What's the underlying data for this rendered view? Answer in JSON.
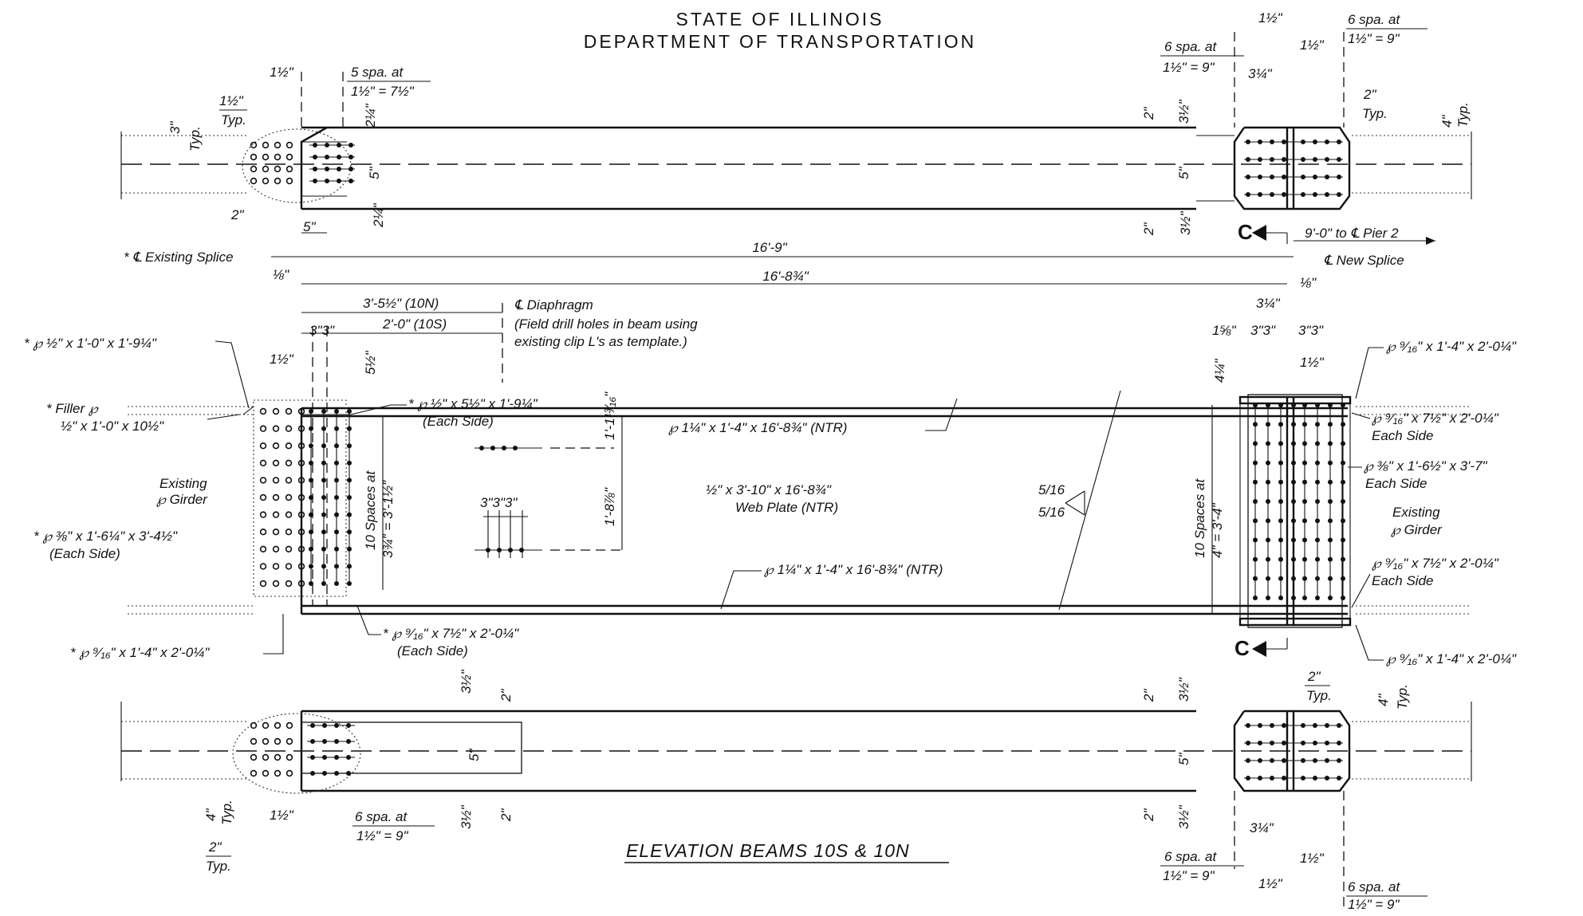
{
  "header": {
    "line1": "STATE OF ILLINOIS",
    "line2": "DEPARTMENT OF TRANSPORTATION"
  },
  "title": "ELEVATION BEAMS 10S & 10N",
  "labels": {
    "existing_splice": "* ℄ Existing Splice",
    "new_splice": "℄ New Splice",
    "to_pier": "9'-0\" to ℄ Pier 2",
    "len_total": "16'-9\"",
    "len_plate": "16'-8¾\"",
    "ten_n": "3'-5½\" (10N)",
    "ten_s": "2'-0\" (10S)",
    "diaphragm": "℄ Diaphragm",
    "diaphragm_note1": "(Field drill holes in beam using",
    "diaphragm_note2": "existing clip L's as template.)",
    "pl_top_left": "* ℘ ½\" x 1'-0\" x 1'-9¼\"",
    "filler1": "* Filler ℘",
    "filler2": "½\" x 1'-0\" x 10½\"",
    "existing_girder_l1": "Existing",
    "existing_girder_l2": "℘ Girder",
    "pl_web_left1": "* ℘ ⅜\" x 1'-6¼\" x 3'-4½\"",
    "pl_web_left2": "(Each Side)",
    "pl_bot_left": "* ℘ ⁹⁄₁₆\" x 1'-4\" x 2'-0¼\"",
    "pl_half_1": "* ℘ ½\" x 5½\" x 1'-9¼\"",
    "pl_half_2": "(Each Side)",
    "pl_bot_inner1": "* ℘ ⁹⁄₁₆\" x 7½\" x 2'-0¼\"",
    "pl_bot_inner2": "(Each Side)",
    "flange_top": "℘ 1¼\" x 1'-4\" x 16'-8¾\" (NTR)",
    "flange_bot": "℘ 1¼\" x 1'-4\" x 16'-8¾\" (NTR)",
    "web1": "½\" x 3'-10\" x 16'-8¾\"",
    "web2": "Web Plate (NTR)",
    "spaces_left1": "10 Spaces at",
    "spaces_left2": "3¾\" = 3'-1½\"",
    "spaces_right1": "10 Spaces at",
    "spaces_right2": "4\" = 3'-4\"",
    "dim_1_13_16": "1'-1¹³⁄₁₆\"",
    "dim_1_8_7_8": "1'-8⅞\"",
    "dim_5_half": "5½\"",
    "dim_333": "3\"3\"3\"",
    "dim_33": "3\"3\"",
    "weld1": "5/16",
    "weld2": "5/16",
    "r_pl_top": "℘ ⁹⁄₁₆\" x 1'-4\" x 2'-0¼\"",
    "r_pl_top_in1": "℘ ⁹⁄₁₆\" x 7½\" x 2'-0¼\"",
    "r_pl_top_in2": "Each Side",
    "r_pl_web1": "℘ ⅜\" x 1'-6½\" x 3'-7\"",
    "r_pl_web2": "Each Side",
    "r_girder1": "Existing",
    "r_girder2": "℘ Girder",
    "r_pl_bot_in1": "℘ ⁹⁄₁₆\" x 7½\" x 2'-0¼\"",
    "r_pl_bot_in2": "Each Side",
    "r_pl_bot": "℘ ⁹⁄₁₆\" x 1'-4\" x 2'-0¼\"",
    "section_mark": "C",
    "spa5_1": "5 spa. at",
    "spa5_2": "1½\" = 7½\"",
    "spa6_1": "6 spa. at",
    "spa6_2": "1½\" = 9\"",
    "d_1h": "1½\"",
    "d_3q": "3¼\"",
    "d_2": "2\"",
    "d_3": "3\"",
    "d_4": "4\"",
    "d_5": "5\"",
    "d_2q": "2¼\"",
    "d_3h": "3½\"",
    "d_4q": "4¼\"",
    "d_1_5_8": "1⅝\"",
    "d_1_8": "⅛\"",
    "typ": "Typ.",
    "d_2typ": "2\""
  }
}
